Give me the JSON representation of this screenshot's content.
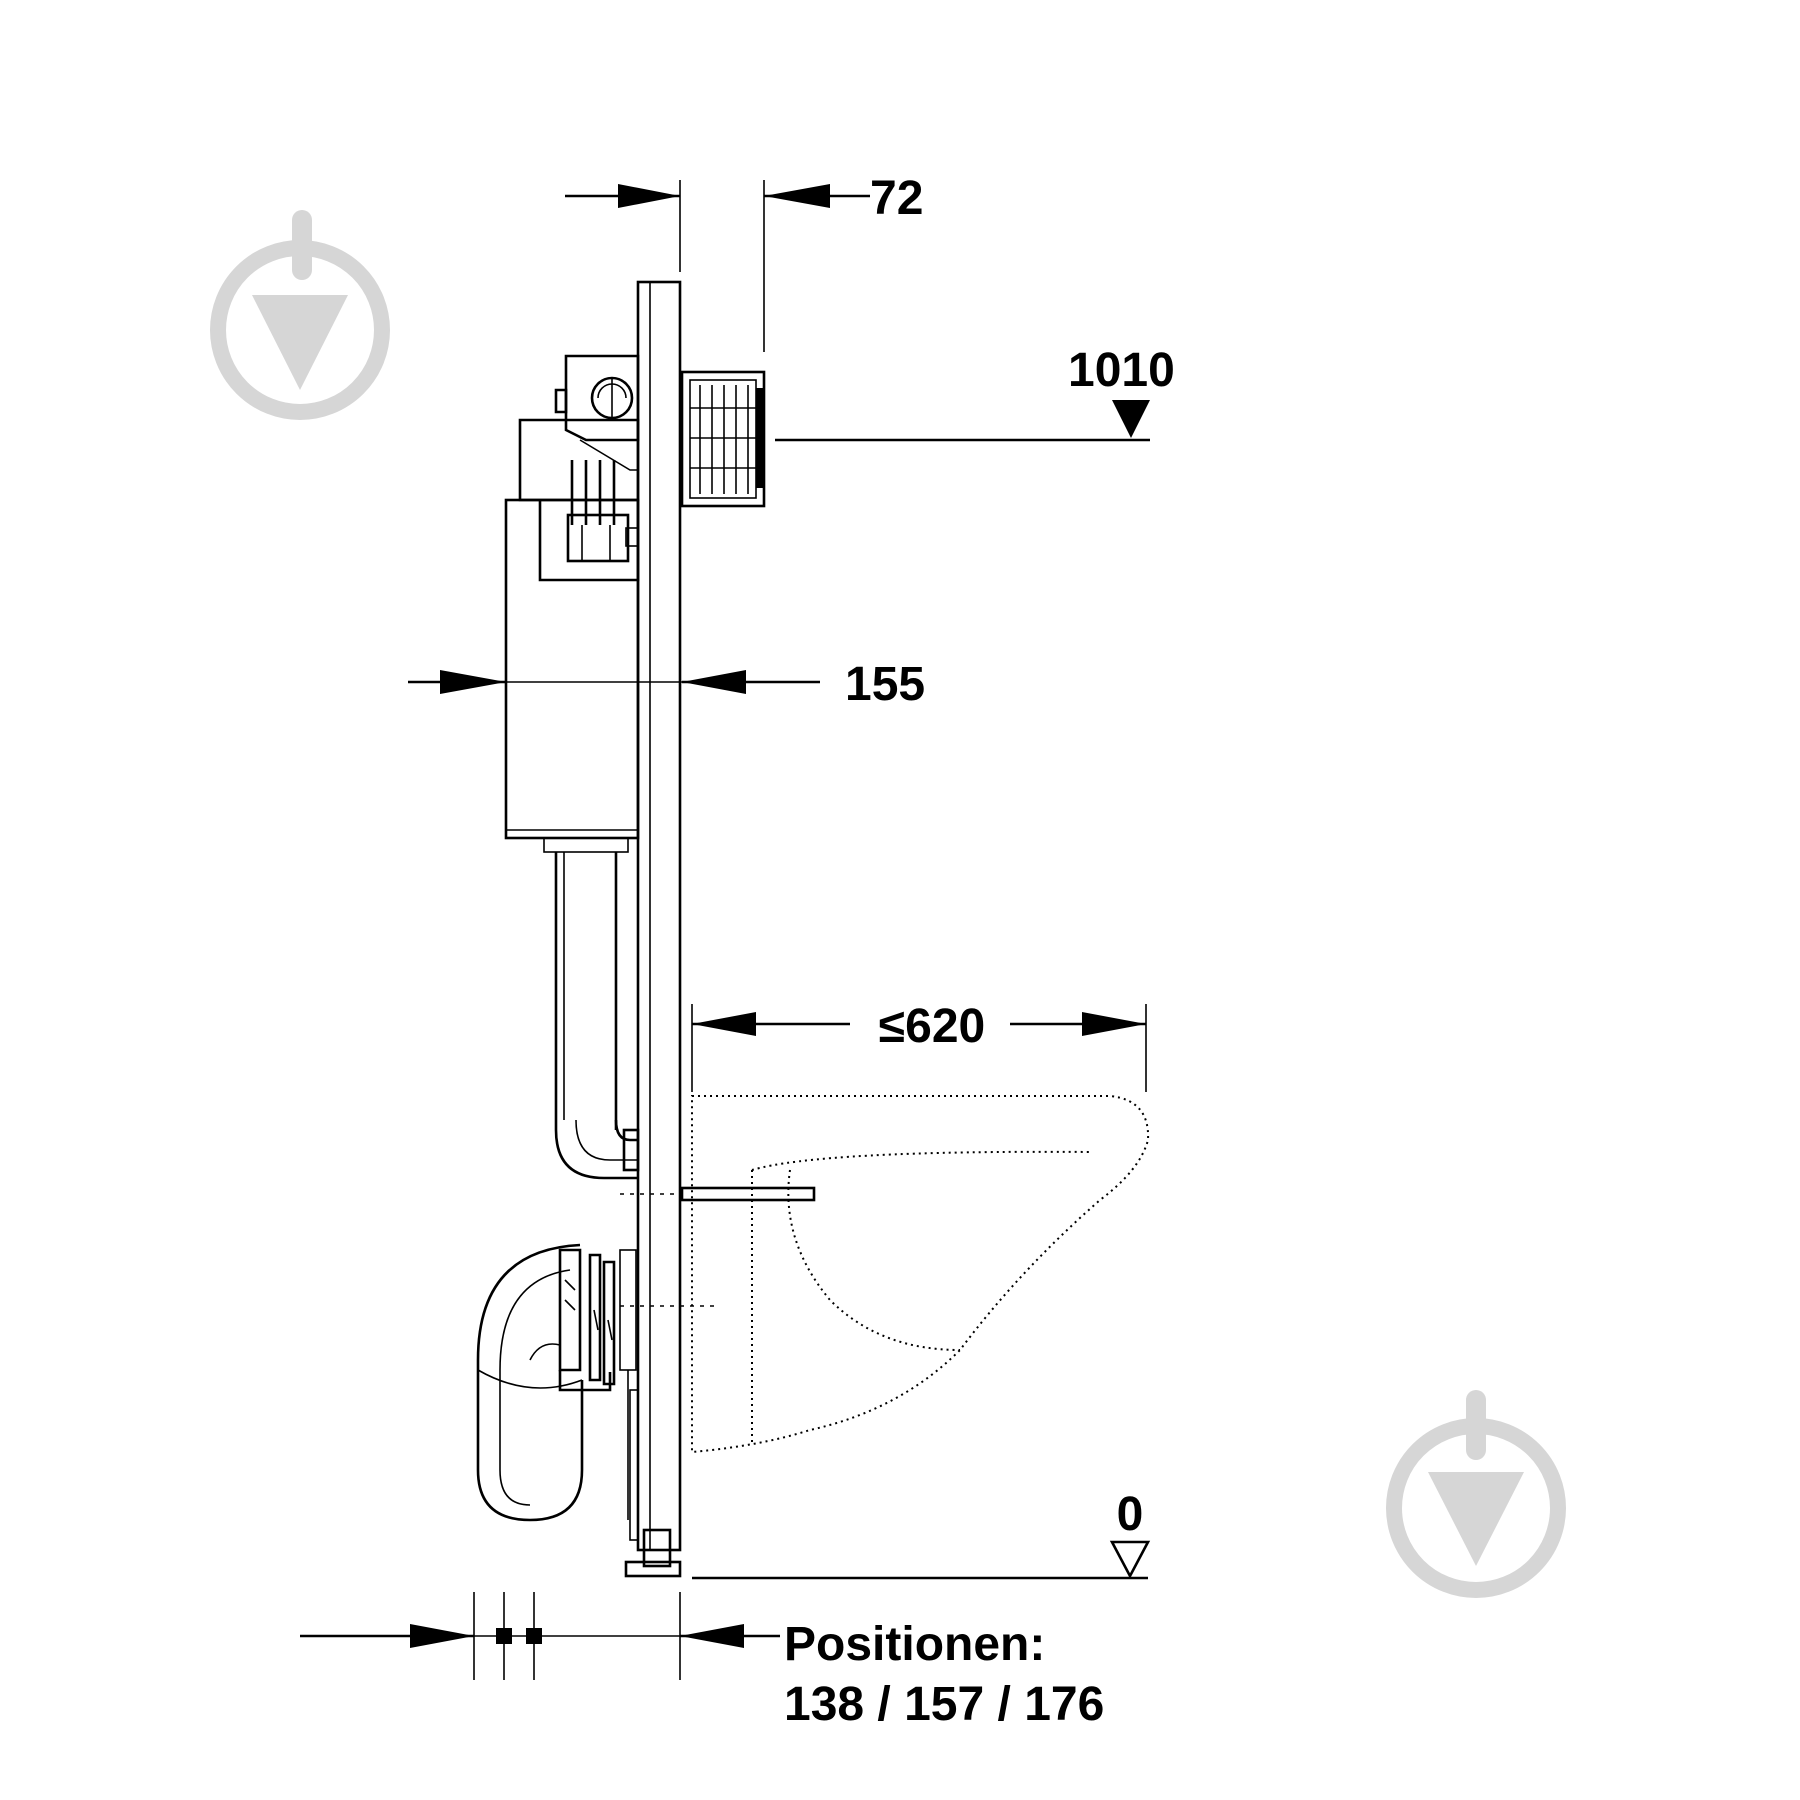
{
  "dimensions": {
    "frame_depth": "72",
    "cistern_depth": "155",
    "flush_height": "1010",
    "bowl_projection": "≤620",
    "floor_level": "0"
  },
  "positions": {
    "label": "Positionen:",
    "values": "138 / 157 / 176"
  },
  "colors": {
    "line": "#000000",
    "watermark": "#d6d6d6",
    "background": "#ffffff"
  },
  "icons": {
    "watermark": "arrow-down-circle-icon",
    "level_marker": "triangle-down-icon"
  }
}
